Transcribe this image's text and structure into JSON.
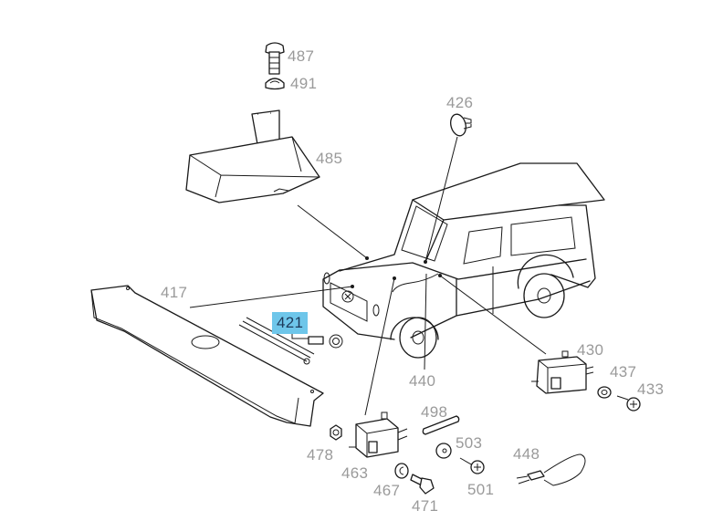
{
  "diagram": {
    "type": "exploded-parts-view",
    "highlight_color": "#6ec6ea",
    "callout_color": "#9a9a9a",
    "selected_part": "421",
    "callouts": {
      "p487": "487",
      "p491": "491",
      "p426": "426",
      "p485": "485",
      "p417": "417",
      "p421": "421",
      "p440": "440",
      "p430": "430",
      "p437": "437",
      "p433": "433",
      "p498": "498",
      "p478": "478",
      "p503": "503",
      "p448": "448",
      "p463": "463",
      "p501": "501",
      "p467": "467",
      "p471": "471"
    }
  }
}
